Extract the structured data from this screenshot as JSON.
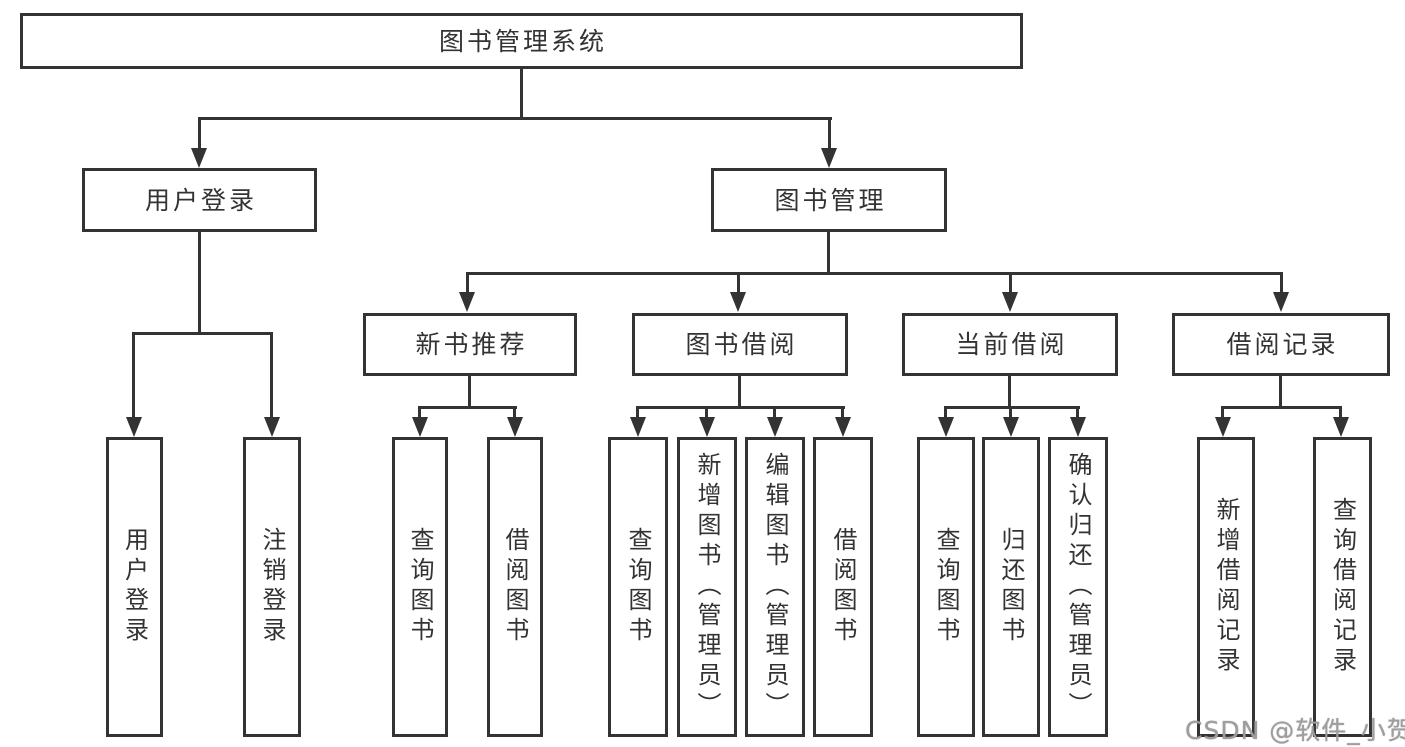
{
  "diagram": {
    "type": "tree",
    "background_color": "#ffffff",
    "line_color": "#333333",
    "text_color": "#333333",
    "tree": {
      "label": "图书管理系统",
      "children": [
        {
          "label": "用户登录",
          "children": [
            {
              "label": "用户登录"
            },
            {
              "label": "注销登录"
            }
          ]
        },
        {
          "label": "图书管理",
          "children": [
            {
              "label": "新书推荐",
              "children": [
                {
                  "label": "查询图书"
                },
                {
                  "label": "借阅图书"
                }
              ]
            },
            {
              "label": "图书借阅",
              "children": [
                {
                  "label": "查询图书"
                },
                {
                  "label": "新增图书（管理员）"
                },
                {
                  "label": "编辑图书（管理员）"
                },
                {
                  "label": "借阅图书"
                }
              ]
            },
            {
              "label": "当前借阅",
              "children": [
                {
                  "label": "查询图书"
                },
                {
                  "label": "归还图书"
                },
                {
                  "label": "确认归还（管理员）"
                }
              ]
            },
            {
              "label": "借阅记录",
              "children": [
                {
                  "label": "新增借阅记录"
                },
                {
                  "label": "查询借阅记录"
                }
              ]
            }
          ]
        }
      ]
    },
    "watermark": {
      "text": "CSDN @软件_小贺同学",
      "color": "#9e9e9e"
    }
  }
}
